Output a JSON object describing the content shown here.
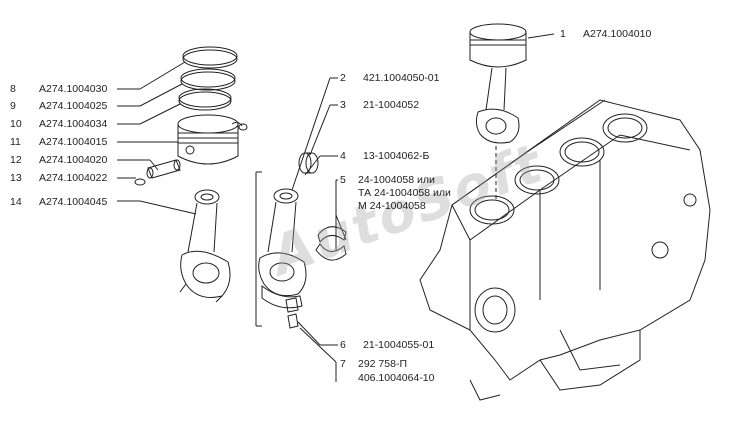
{
  "callouts": [
    {
      "num": "1",
      "code": "А274.1004010"
    },
    {
      "num": "2",
      "code": "421.1004050-01"
    },
    {
      "num": "3",
      "code": "21-1004052"
    },
    {
      "num": "4",
      "code": "13-1004062-Б"
    },
    {
      "num": "5",
      "code_lines": [
        "24-1004058 или",
        "ТА 24-1004058 или",
        "М 24-1004058"
      ]
    },
    {
      "num": "6",
      "code": "21-1004055-01"
    },
    {
      "num": "7",
      "code_lines": [
        "292 758-П",
        "406.1004064-10"
      ]
    },
    {
      "num": "8",
      "code": "А274.1004030"
    },
    {
      "num": "9",
      "code": "А274.1004025"
    },
    {
      "num": "10",
      "code": "А274.1004034"
    },
    {
      "num": "11",
      "code": "А274.1004015"
    },
    {
      "num": "12",
      "code": "А274.1004020"
    },
    {
      "num": "13",
      "code": "А274.1004022"
    },
    {
      "num": "14",
      "code": "А274.1004045"
    }
  ],
  "watermark": {
    "text": "AutoSoft"
  },
  "colors": {
    "line": "#222222",
    "watermark": "#a0a0a0"
  }
}
